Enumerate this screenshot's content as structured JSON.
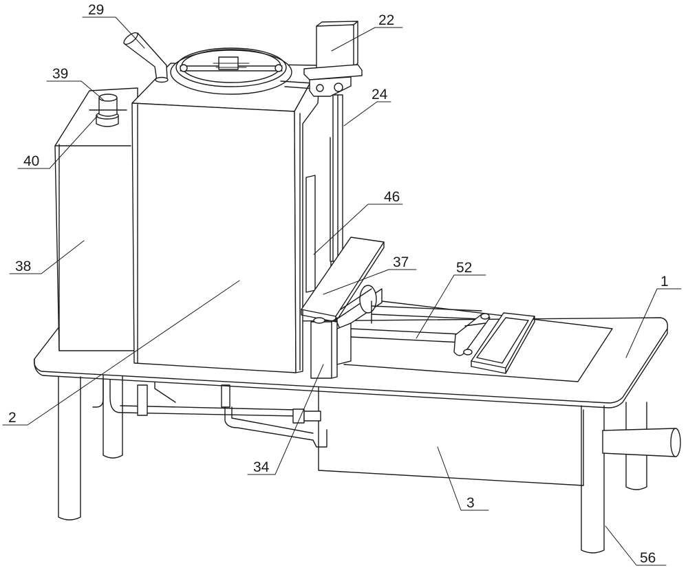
{
  "labels": {
    "l1": "1",
    "l2": "2",
    "l3": "3",
    "l22": "22",
    "l24": "24",
    "l29": "29",
    "l34": "34",
    "l37": "37",
    "l38": "38",
    "l39": "39",
    "l40": "40",
    "l46": "46",
    "l52": "52",
    "l56": "56"
  }
}
